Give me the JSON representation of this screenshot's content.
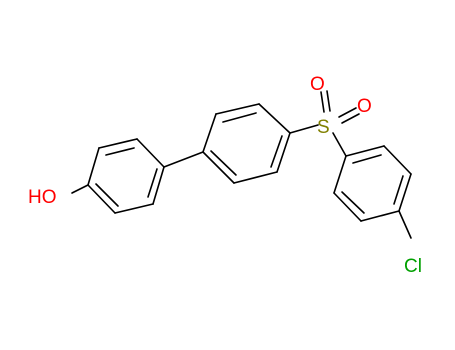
{
  "atoms": {
    "hydroxyl": {
      "label": "HO",
      "color": "#ff0000"
    },
    "sulfur": {
      "label": "S",
      "color": "#808000"
    },
    "oxygen_top": {
      "label": "O",
      "color": "#ff0000"
    },
    "oxygen_right": {
      "label": "O",
      "color": "#ff0000"
    },
    "chlorine": {
      "label": "Cl",
      "color": "#00a000"
    }
  },
  "colors": {
    "bond": "#000000",
    "background": "#ffffff"
  }
}
